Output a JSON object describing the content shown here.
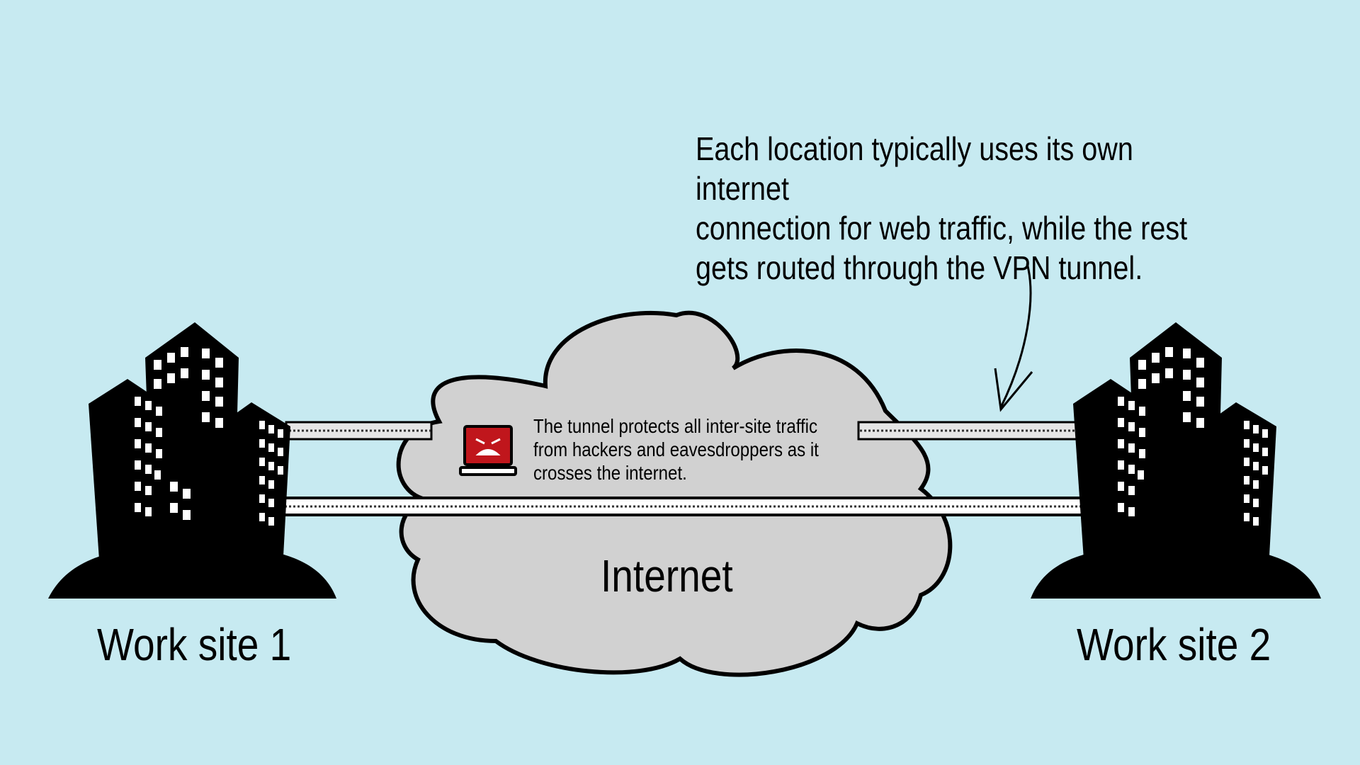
{
  "callout": {
    "lines": [
      "Each location typically uses its own internet",
      "connection for web traffic, while the rest",
      "gets routed through the VPN tunnel."
    ]
  },
  "tunnel_note": {
    "lines": [
      "The tunnel protects all inter-site traffic",
      "from hackers and eavesdroppers as it",
      "crosses the internet."
    ]
  },
  "cloud": {
    "label": "Internet"
  },
  "sites": [
    {
      "label": "Work site 1"
    },
    {
      "label": "Work site 2"
    }
  ],
  "icons": {
    "buildings": "office-buildings-icon",
    "hacker": "angry-laptop-icon",
    "arrow": "curved-arrow-icon"
  },
  "colors": {
    "background": "#c7eaf1",
    "cloud_fill": "#d1d1d1",
    "hacker_screen": "#c0161c"
  }
}
